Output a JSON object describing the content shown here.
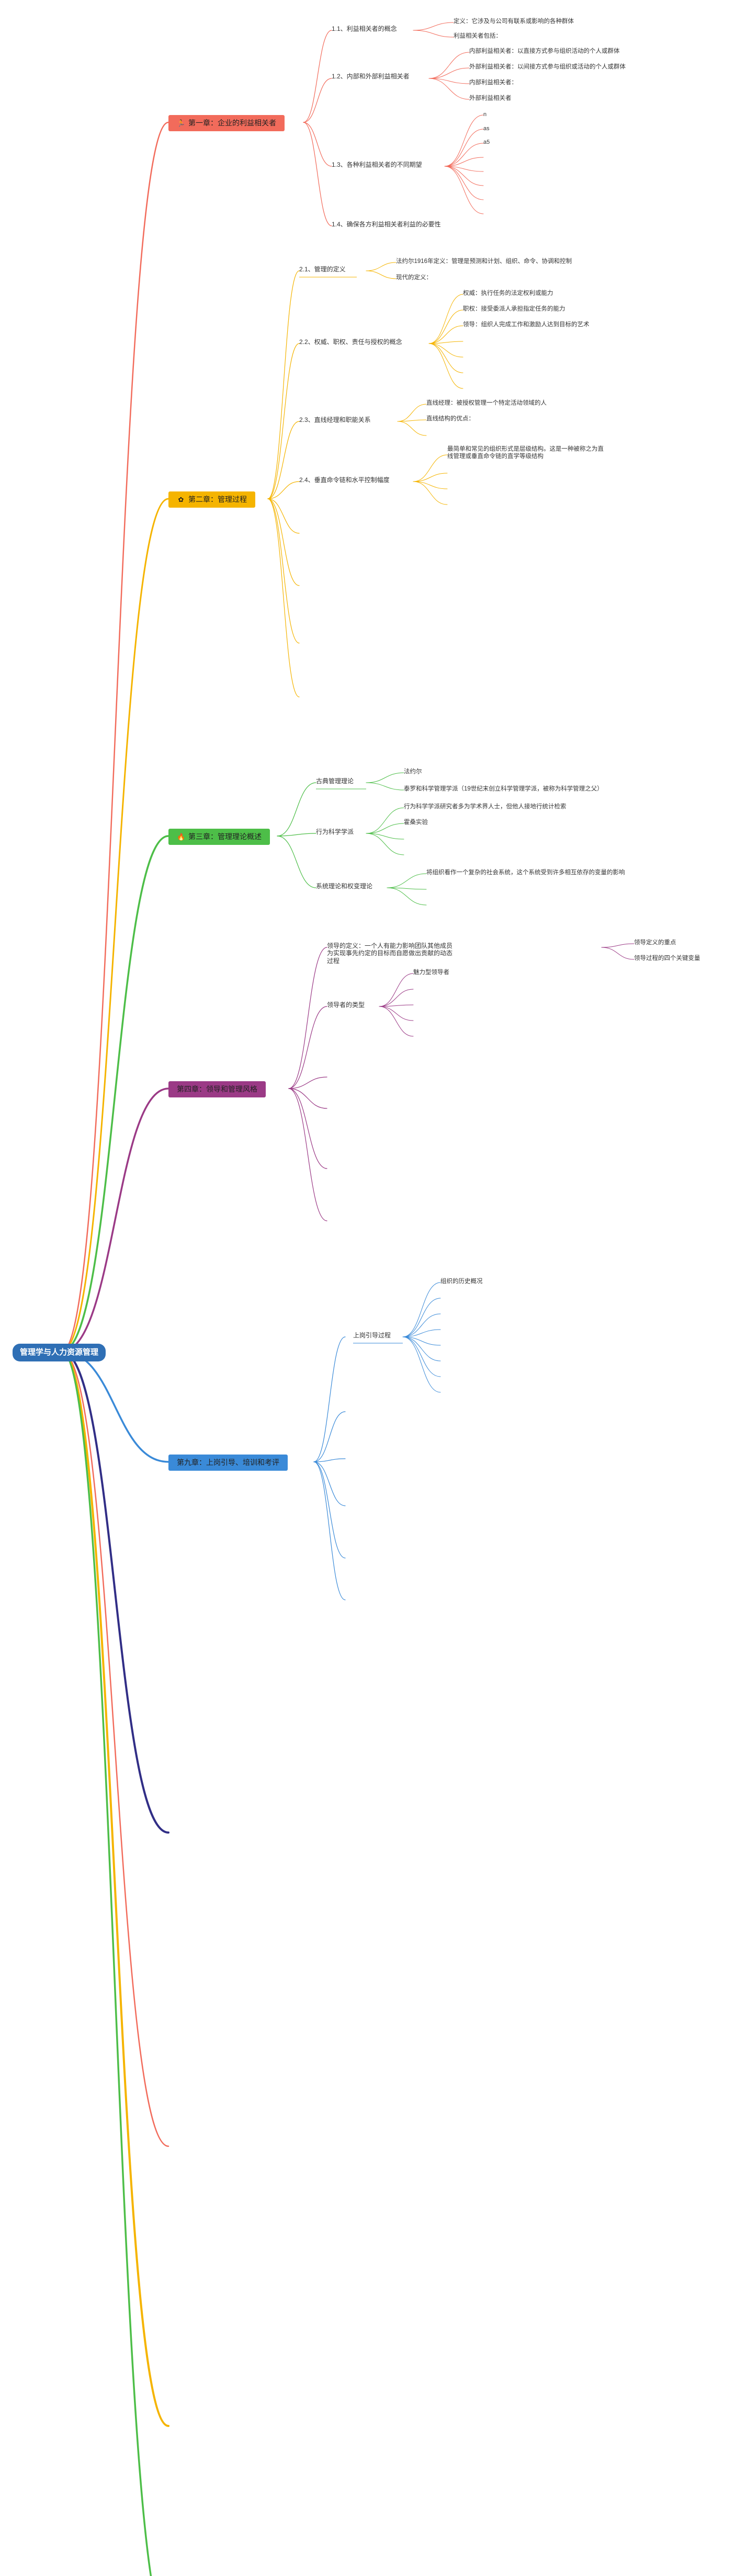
{
  "root": "管理学与人力资源管理",
  "colors": {
    "root": "#2f6fb5",
    "ch1": "#f26b5b",
    "ch2": "#f5b400",
    "ch3": "#4dbe48",
    "ch4": "#9b3a86",
    "ch5": "#3a8ad8",
    "ch6": "#312e86"
  },
  "chapters": {
    "ch1": {
      "label": "第一章：企业的利益相关者",
      "icon": "person-run-icon",
      "s11": "1.1、利益相关者的概念",
      "s11a": "定义：它涉及与公司有联系或影响的各种群体",
      "s11b": "利益相关者包括：",
      "s12": "1.2、内部和外部利益相关者",
      "s12a": "内部利益相关者：以直接方式参与组织活动的个人或群体",
      "s12b": "外部利益相关者：以间接方式参与组织或活动的个人或群体",
      "s12c": "内部利益相关者：",
      "s12d": "外部利益相关者",
      "s13": "1.3、各种利益相关者的不同期望",
      "s13a": "n",
      "s13b": "as",
      "s13c": "a5",
      "s14": "1.4、确保各方利益相关者利益的必要性"
    },
    "ch2": {
      "label": "第二章：管理过程",
      "icon": "flower-icon",
      "s21": "2.1、管理的定义",
      "s21a": "法约尔1916年定义：管理是预测和计划、组织、命令、协调和控制",
      "s21b": "现代的定义：",
      "s22": "2.2、权威、职权、责任与授权的概念",
      "s22a": "权威：执行任务的法定权利或能力",
      "s22b": "职权：接受委派人承担指定任务的能力",
      "s22c": "领导：组织人完成工作和激励人达到目标的艺术",
      "s23": "2.3、直线经理和职能关系",
      "s23a": "直线经理：被授权管理一个特定活动领域的人",
      "s23b": "直线结构的优点：",
      "s24": "2.4、垂直命令链和水平控制幅度",
      "s24a": "最简单和常见的组织形式是层级结构。这是一种被称之为直线管理或垂直命令链的直学等级结构"
    },
    "ch3": {
      "label": "第三章：管理理论概述",
      "icon": "flame-icon",
      "s31": "古典管理理论",
      "s31a": "法约尔",
      "s31b": "泰罗和科学管理学派（19世纪末创立科学管理学派，被称为科学管理之父）",
      "s32": "行为科学学派",
      "s32a": "行为科学学派研究者多为学术界人士，但他人接地行统计检索",
      "s32b": "霍桑实验",
      "s33": "系统理论和权变理论",
      "s33a": "将组织看作一个复杂的社会系统，这个系统受到许多相互依存的变量的影响"
    },
    "ch4": {
      "label": "第四章：领导和管理风格",
      "icon": "",
      "s41": "领导的定义：一个人有能力影响团队其他成员为实现事先约定的目标而自愿做出贡献的动态过程",
      "s41a": "领导定义的重点",
      "s41b": "领导过程的四个关键变量",
      "s42": "领导者的类型",
      "s42a": "魅力型领导者"
    },
    "ch5": {
      "label": "第九章：上岗引导、培训和考评",
      "icon": "",
      "s51": "上岗引导过程",
      "s51a": "组织的历史概况"
    }
  }
}
